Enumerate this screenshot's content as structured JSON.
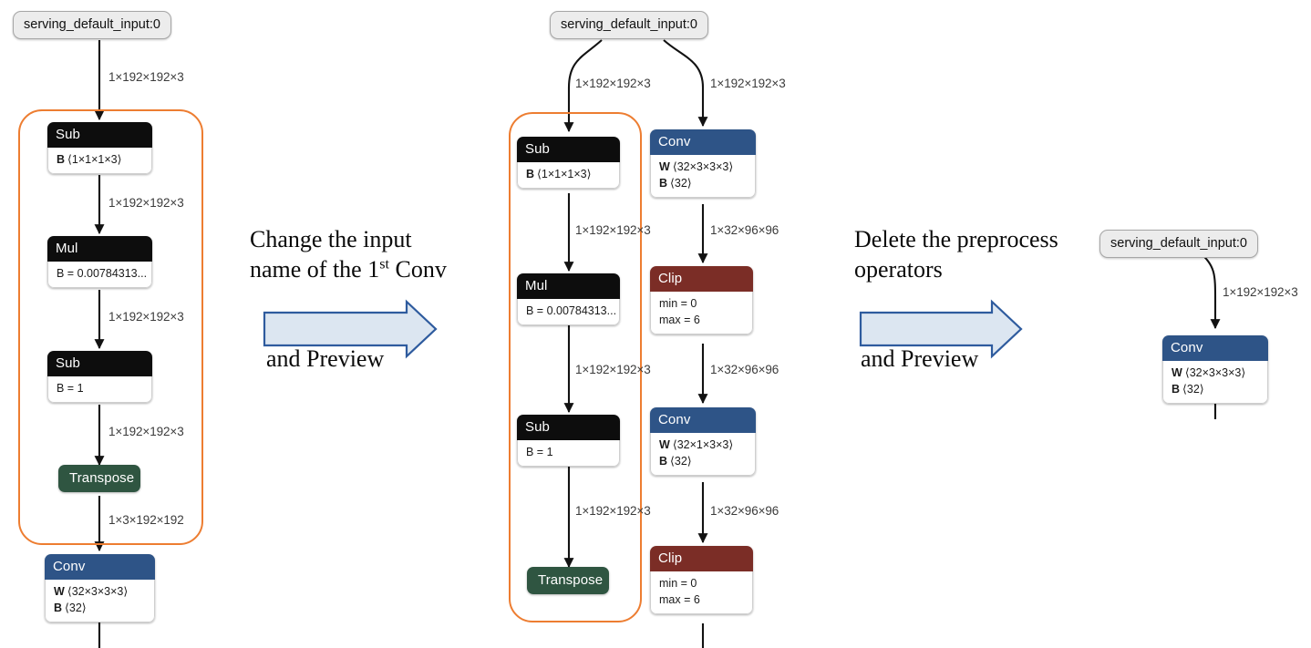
{
  "figure": {
    "title": "ONNX model graph editing steps",
    "background": "#ffffff",
    "colors": {
      "conv": "#2e5487",
      "clip": "#7b2d26",
      "transpose": "#2f5541",
      "elementwise": "#0d0d0d",
      "group_highlight": "#ed7d31",
      "arrow_fill": "#dce6f1",
      "arrow_stroke": "#2e5b9e",
      "io_pill": "#ececec",
      "edge": "#121212",
      "edge_label_text": "#3b3b3b"
    }
  },
  "annotations": [
    {
      "id": "annot-1",
      "line1": "Change the input",
      "line2_pre": "name of the 1",
      "line2_sup": "st",
      "line2_post": " Conv",
      "footer": "and Preview"
    },
    {
      "id": "annot-2",
      "line1": "Delete the preprocess",
      "line2_pre": "operators",
      "line2_sup": "",
      "line2_post": "",
      "footer": "and Preview"
    }
  ],
  "panels": [
    {
      "id": "panel-original",
      "name": "original-graph",
      "input": {
        "label": "serving_default_input:0"
      },
      "group_label": "preprocess-group",
      "nodes": [
        {
          "id": "sub1",
          "type": "Sub",
          "title": "Sub",
          "rows": [
            {
              "key": "B",
              "value": "⟨1×1×1×3⟩"
            }
          ]
        },
        {
          "id": "mul1",
          "type": "Mul",
          "title": "Mul",
          "rows": [
            {
              "key": "",
              "value": "B = 0.00784313..."
            }
          ]
        },
        {
          "id": "sub2",
          "type": "Sub",
          "title": "Sub",
          "rows": [
            {
              "key": "",
              "value": "B = 1"
            }
          ]
        },
        {
          "id": "tr1",
          "type": "Transpose",
          "title": "Transpose",
          "rows": []
        },
        {
          "id": "conv1",
          "type": "Conv",
          "title": "Conv",
          "rows": [
            {
              "key": "W",
              "value": "⟨32×3×3×3⟩"
            },
            {
              "key": "B",
              "value": "⟨32⟩"
            }
          ]
        }
      ],
      "edge_labels": [
        "1×192×192×3",
        "1×192×192×3",
        "1×192×192×3",
        "1×192×192×3",
        "1×3×192×192"
      ]
    },
    {
      "id": "panel-renamed",
      "name": "renamed-input-graph",
      "input": {
        "label": "serving_default_input:0"
      },
      "group_label": "preprocess-group",
      "left_branch": [
        {
          "id": "sub1",
          "type": "Sub",
          "title": "Sub",
          "rows": [
            {
              "key": "B",
              "value": "⟨1×1×1×3⟩"
            }
          ]
        },
        {
          "id": "mul1",
          "type": "Mul",
          "title": "Mul",
          "rows": [
            {
              "key": "",
              "value": "B = 0.00784313..."
            }
          ]
        },
        {
          "id": "sub2",
          "type": "Sub",
          "title": "Sub",
          "rows": [
            {
              "key": "",
              "value": "B = 1"
            }
          ]
        },
        {
          "id": "tr1",
          "type": "Transpose",
          "title": "Transpose",
          "rows": []
        }
      ],
      "right_branch": [
        {
          "id": "conv1",
          "type": "Conv",
          "title": "Conv",
          "rows": [
            {
              "key": "W",
              "value": "⟨32×3×3×3⟩"
            },
            {
              "key": "B",
              "value": "⟨32⟩"
            }
          ]
        },
        {
          "id": "clip1",
          "type": "Clip",
          "title": "Clip",
          "rows": [
            {
              "key": "",
              "value": "min = 0"
            },
            {
              "key": "",
              "value": "max = 6"
            }
          ]
        },
        {
          "id": "conv2",
          "type": "Conv",
          "title": "Conv",
          "rows": [
            {
              "key": "W",
              "value": "⟨32×1×3×3⟩"
            },
            {
              "key": "B",
              "value": "⟨32⟩"
            }
          ]
        },
        {
          "id": "clip2",
          "type": "Clip",
          "title": "Clip",
          "rows": [
            {
              "key": "",
              "value": "min = 0"
            },
            {
              "key": "",
              "value": "max = 6"
            }
          ]
        }
      ],
      "left_edge_labels": [
        "1×192×192×3",
        "1×192×192×3",
        "1×192×192×3",
        "1×192×192×3"
      ],
      "right_edge_labels": [
        "1×192×192×3",
        "1×32×96×96",
        "1×32×96×96",
        "1×32×96×96"
      ]
    },
    {
      "id": "panel-cleaned",
      "name": "cleaned-graph",
      "input": {
        "label": "serving_default_input:0"
      },
      "nodes": [
        {
          "id": "conv1",
          "type": "Conv",
          "title": "Conv",
          "rows": [
            {
              "key": "W",
              "value": "⟨32×3×3×3⟩"
            },
            {
              "key": "B",
              "value": "⟨32⟩"
            }
          ]
        }
      ],
      "edge_labels": [
        "1×192×192×3"
      ]
    }
  ]
}
